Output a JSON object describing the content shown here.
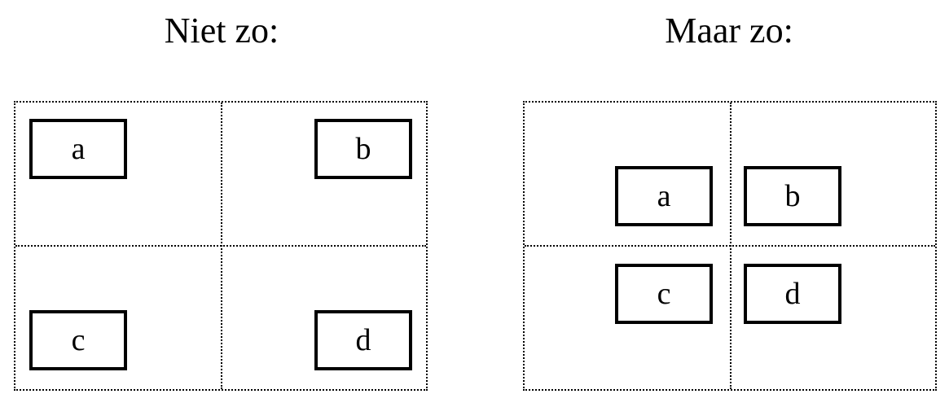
{
  "left": {
    "heading": "Niet zo:",
    "boxes": {
      "a": "a",
      "b": "b",
      "c": "c",
      "d": "d"
    }
  },
  "right": {
    "heading": "Maar zo:",
    "boxes": {
      "a": "a",
      "b": "b",
      "c": "c",
      "d": "d"
    }
  },
  "colors": {
    "background": "#ffffff",
    "stroke": "#000000"
  }
}
